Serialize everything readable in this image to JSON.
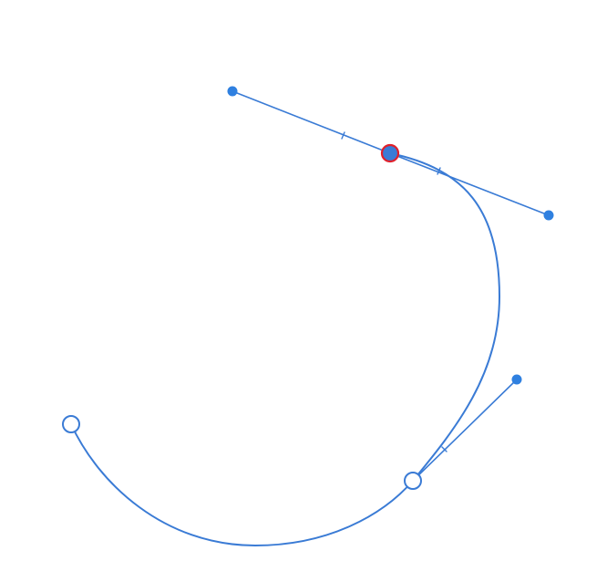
{
  "editor": {
    "tool": "pen-path-edit",
    "colors": {
      "path": "#3a7bd5",
      "handle": "#3a7bd5",
      "handle_dot": "#2f80e0",
      "selected_fill": "#3a7bd5",
      "selected_outline": "#e0202a",
      "anchor_fill": "#ffffff",
      "background": "#ffffff"
    },
    "anchors": [
      {
        "id": "anchor-start",
        "role": "endpoint",
        "selected": false,
        "filled": false
      },
      {
        "id": "anchor-bottom",
        "role": "smooth",
        "selected": false,
        "filled": false
      },
      {
        "id": "anchor-top",
        "role": "smooth",
        "selected": true,
        "filled": true
      }
    ],
    "handles": [
      {
        "id": "handle-top-in",
        "anchor": "anchor-top",
        "side": "in"
      },
      {
        "id": "handle-top-out",
        "anchor": "anchor-top",
        "side": "out"
      },
      {
        "id": "handle-bottom-out",
        "anchor": "anchor-bottom",
        "side": "out"
      }
    ]
  }
}
